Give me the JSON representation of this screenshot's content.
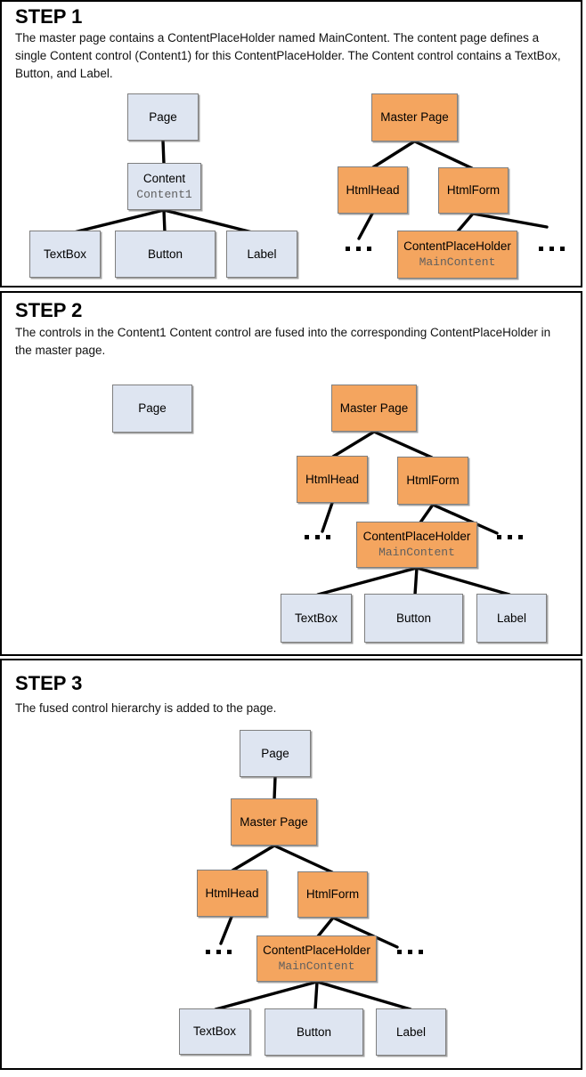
{
  "colors": {
    "orange_fill": "#F4A55F",
    "blue_fill": "#DEE5F1",
    "node_border": "#7F7F7F",
    "connector": "#000000",
    "sublabel_text": "#5F5F5F",
    "panel_border": "#000000"
  },
  "icons": {
    "ellipsis": "..."
  },
  "steps": [
    {
      "heading": "STEP 1",
      "description": "The master page contains a ContentPlaceHolder named MainContent. The content page defines a single Content control (Content1) for this ContentPlaceHolder. The Content control contains a TextBox, Button, and Label.",
      "nodes": {
        "page": {
          "label": "Page"
        },
        "content": {
          "label": "Content",
          "sublabel": "Content1"
        },
        "textbox": {
          "label": "TextBox"
        },
        "button": {
          "label": "Button"
        },
        "label": {
          "label": "Label"
        },
        "master_page": {
          "label": "Master Page"
        },
        "htmlhead": {
          "label": "HtmlHead"
        },
        "htmlform": {
          "label": "HtmlForm"
        },
        "contentplaceholder": {
          "label": "ContentPlaceHolder",
          "sublabel": "MainContent"
        }
      }
    },
    {
      "heading": "STEP 2",
      "description": "The controls in the Content1 Content control are fused into the corresponding ContentPlaceHolder in the master page.",
      "nodes": {
        "page": {
          "label": "Page"
        },
        "master_page": {
          "label": "Master Page"
        },
        "htmlhead": {
          "label": "HtmlHead"
        },
        "htmlform": {
          "label": "HtmlForm"
        },
        "contentplaceholder": {
          "label": "ContentPlaceHolder",
          "sublabel": "MainContent"
        },
        "textbox": {
          "label": "TextBox"
        },
        "button": {
          "label": "Button"
        },
        "label": {
          "label": "Label"
        }
      }
    },
    {
      "heading": "STEP 3",
      "description": "The fused control hierarchy is added to the page.",
      "nodes": {
        "page": {
          "label": "Page"
        },
        "master_page": {
          "label": "Master Page"
        },
        "htmlhead": {
          "label": "HtmlHead"
        },
        "htmlform": {
          "label": "HtmlForm"
        },
        "contentplaceholder": {
          "label": "ContentPlaceHolder",
          "sublabel": "MainContent"
        },
        "textbox": {
          "label": "TextBox"
        },
        "button": {
          "label": "Button"
        },
        "label": {
          "label": "Label"
        }
      }
    }
  ]
}
